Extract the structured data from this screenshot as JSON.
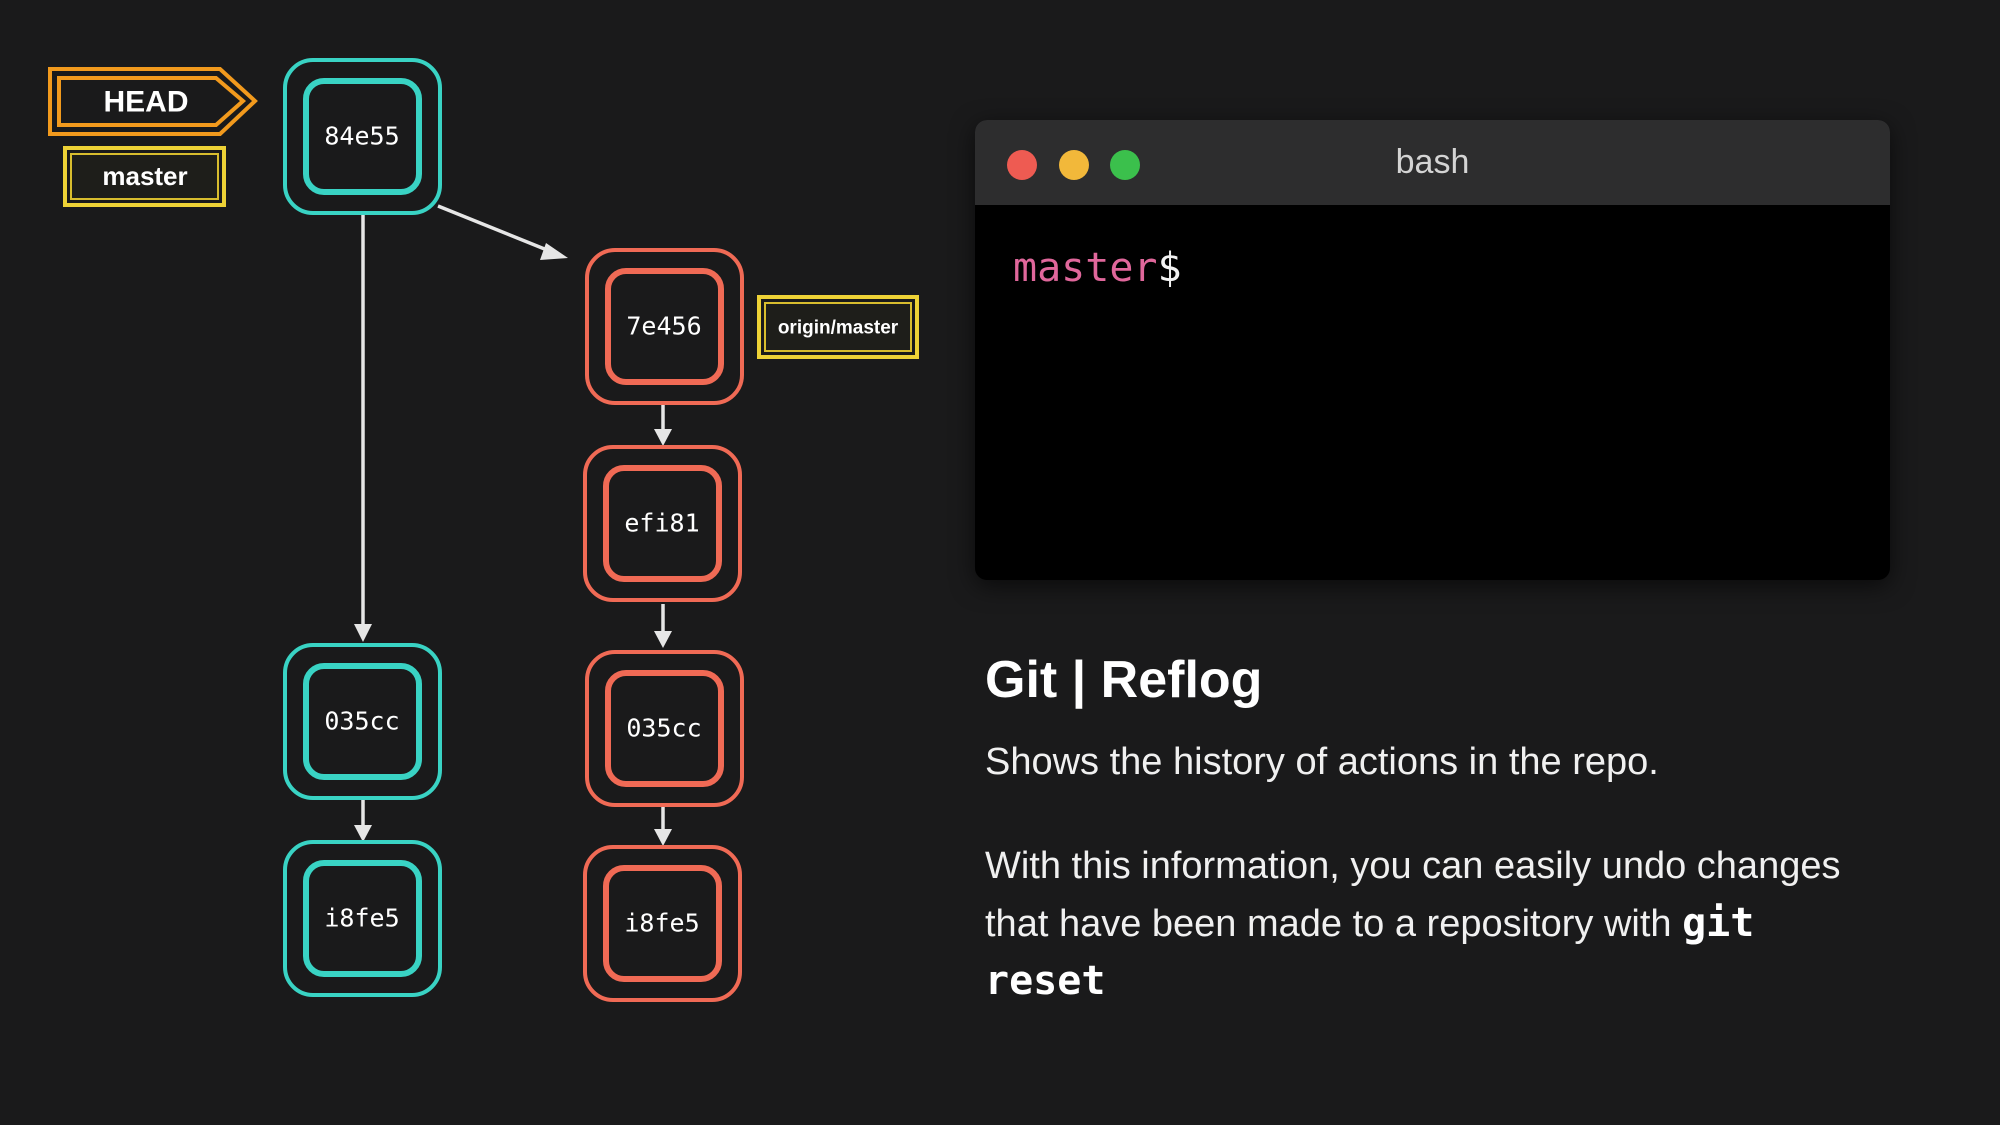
{
  "refs": {
    "head": "HEAD",
    "master": "master",
    "origin_master": "origin/master"
  },
  "commits": {
    "local": [
      "84e55",
      "035cc",
      "i8fe5"
    ],
    "remote": [
      "7e456",
      "efi81",
      "035cc",
      "i8fe5"
    ]
  },
  "terminal": {
    "title": "bash",
    "prompt_branch": "master",
    "prompt_symbol": "$"
  },
  "info": {
    "title": "Git | Reflog",
    "description": "Shows the history of actions in the repo.",
    "body_text": "With this information, you can easily undo changes that have been made to a repository with",
    "command": "git reset"
  },
  "colors": {
    "local_commit": "#39d3c4",
    "remote_commit": "#f06a55",
    "head_ref": "#f29a1d",
    "branch_ref": "#eed236",
    "prompt_branch": "#e0679b"
  }
}
